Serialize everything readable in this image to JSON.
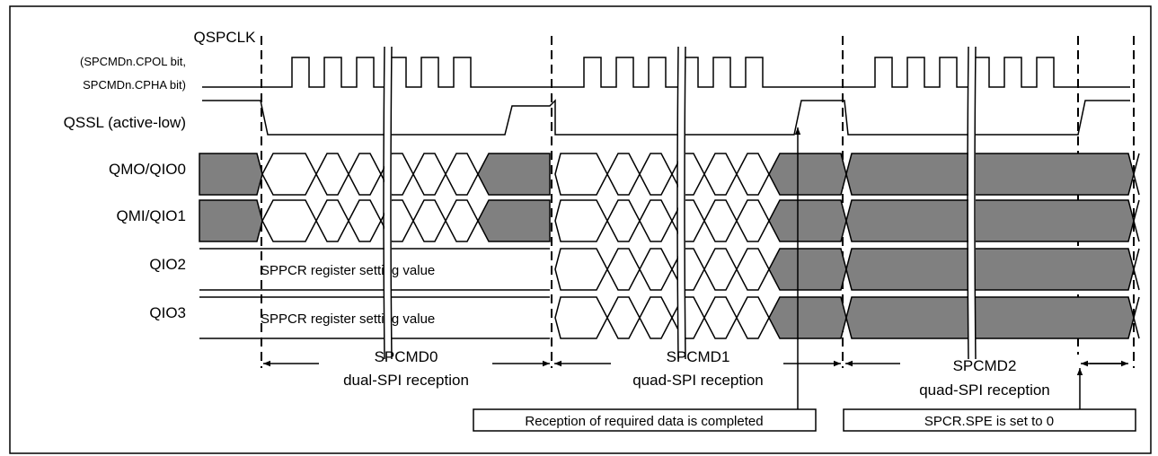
{
  "signals": {
    "qspclk": "QSPCLK",
    "qspclk_sub1": "(SPCMDn.CPOL bit,",
    "qspclk_sub2": "SPCMDn.CPHA bit)",
    "qssl": "QSSL (active-low)",
    "qmo": "QMO/QIO0",
    "qmi": "QMI/QIO1",
    "qio2": "QIO2",
    "qio3": "QIO3"
  },
  "register_text": "SPPCR register setting value",
  "phases": [
    {
      "command": "SPCMD0",
      "mode": "dual-SPI reception"
    },
    {
      "command": "SPCMD1",
      "mode": "quad-SPI reception"
    },
    {
      "command": "SPCMD2",
      "mode": "quad-SPI reception"
    }
  ],
  "notes": {
    "reception_complete": "Reception of required data is completed",
    "spe_cleared": "SPCR.SPE is set to 0"
  },
  "colors": {
    "line": "#000000",
    "idle_fill": "#808080",
    "background": "#ffffff"
  }
}
